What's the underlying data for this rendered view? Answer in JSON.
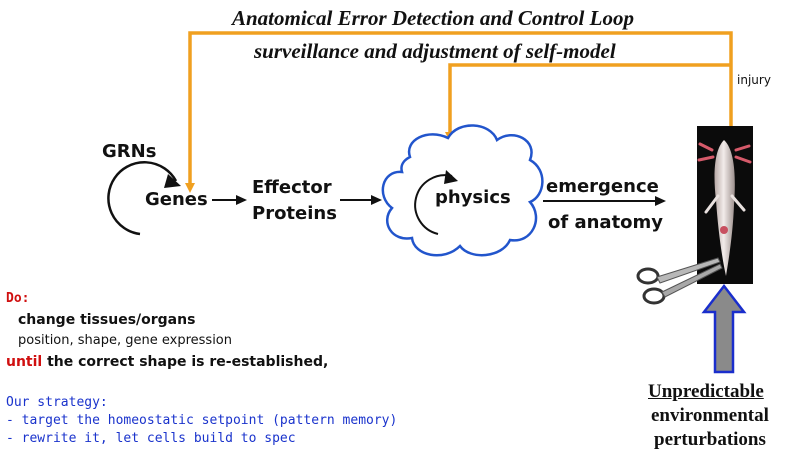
{
  "title_main": "Anatomical Error Detection and Control Loop",
  "title_sub": "surveillance and adjustment of self-model",
  "injury_label": "injury",
  "grn_label": "GRNs",
  "genes_label": "Genes",
  "effector_line1": "Effector",
  "effector_line2": "Proteins",
  "physics_label": "physics",
  "emergence_line1": "emergence",
  "emergence_line2": "of anatomy",
  "perturb_line1": "Unpredictable",
  "perturb_line2": "environmental",
  "perturb_line3": "perturbations",
  "left_text": {
    "do_label": "Do:",
    "do_item1": "change tissues/organs",
    "do_item2": "position, shape, gene expression",
    "until_word": "until",
    "until_rest": " the correct shape is re-established,",
    "strategy_heading": "Our strategy:",
    "strategy_item1": "- target the homeostatic setpoint (pattern memory)",
    "strategy_item2": "- rewrite it, let cells build to spec"
  },
  "colors": {
    "loop_orange": "#f0a020",
    "cloud_blue": "#2255cc",
    "do_red": "#d01010",
    "strategy_blue": "#1a33cc",
    "arrow_fill": "#8a8a8a",
    "arrow_outline": "#1a2ecc"
  },
  "icons": {
    "scissors": "scissors-icon",
    "axolotl": "axolotl-photo"
  }
}
